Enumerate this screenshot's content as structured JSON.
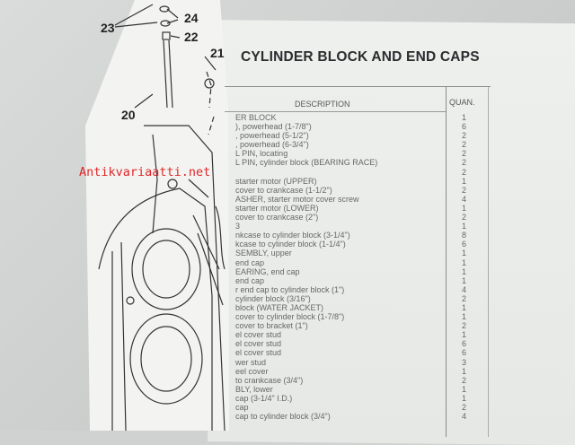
{
  "page_title": "CYLINDER BLOCK AND END CAPS",
  "table": {
    "headers": {
      "description": "DESCRIPTION",
      "quantity": "QUAN."
    },
    "rows": [
      {
        "d": "ER BLOCK",
        "q": "1"
      },
      {
        "d": "), powerhead (1-7/8\")",
        "q": "6"
      },
      {
        "d": ", powerhead (5-1/2\")",
        "q": "2"
      },
      {
        "d": ", powerhead (6-3/4\")",
        "q": "2"
      },
      {
        "d": "L PIN, locating",
        "q": "2"
      },
      {
        "d": "L PIN, cylinder block (BEARING RACE)",
        "q": "2"
      },
      {
        "d": "",
        "q": "2"
      },
      {
        "d": "starter motor (UPPER)",
        "q": "1"
      },
      {
        "d": "cover to crankcase (1-1/2\")",
        "q": "2"
      },
      {
        "d": "ASHER, starter motor cover screw",
        "q": "4"
      },
      {
        "d": "starter motor (LOWER)",
        "q": "1"
      },
      {
        "d": "cover to crankcase (2\")",
        "q": "2"
      },
      {
        "d": "3",
        "q": "1"
      },
      {
        "d": "nkcase to cylinder block (3-1/4\")",
        "q": "8"
      },
      {
        "d": "kcase to cylinder block (1-1/4\")",
        "q": "6"
      },
      {
        "d": "SEMBLY, upper",
        "q": "1"
      },
      {
        "d": "end cap",
        "q": "1"
      },
      {
        "d": "EARING, end cap",
        "q": "1"
      },
      {
        "d": "end cap",
        "q": "1"
      },
      {
        "d": "r end cap to cylinder block (1\")",
        "q": "4"
      },
      {
        "d": "cylinder block (3/16\")",
        "q": "2"
      },
      {
        "d": "block (WATER JACKET)",
        "q": "1"
      },
      {
        "d": "cover to cylinder block (1-7/8\")",
        "q": "1"
      },
      {
        "d": "cover to bracket (1\")",
        "q": "2"
      },
      {
        "d": "el cover stud",
        "q": "1"
      },
      {
        "d": "el cover stud",
        "q": "6"
      },
      {
        "d": "el cover stud",
        "q": "6"
      },
      {
        "d": "wer stud",
        "q": "3"
      },
      {
        "d": "eel cover",
        "q": "1"
      },
      {
        "d": "to crankcase (3/4\")",
        "q": "2"
      },
      {
        "d": "BLY, lower",
        "q": "1"
      },
      {
        "d": "cap (3-1/4\" I.D.)",
        "q": "1"
      },
      {
        "d": "cap",
        "q": "2"
      },
      {
        "d": "cap to cylinder block (3/4\")",
        "q": "4"
      }
    ]
  },
  "diagram_callouts": [
    "23",
    "24",
    "22",
    "20",
    "21"
  ],
  "watermark": "Antikvariaatti.net",
  "colors": {
    "watermark": "#e0282a",
    "ink": "#2a2c2e"
  }
}
